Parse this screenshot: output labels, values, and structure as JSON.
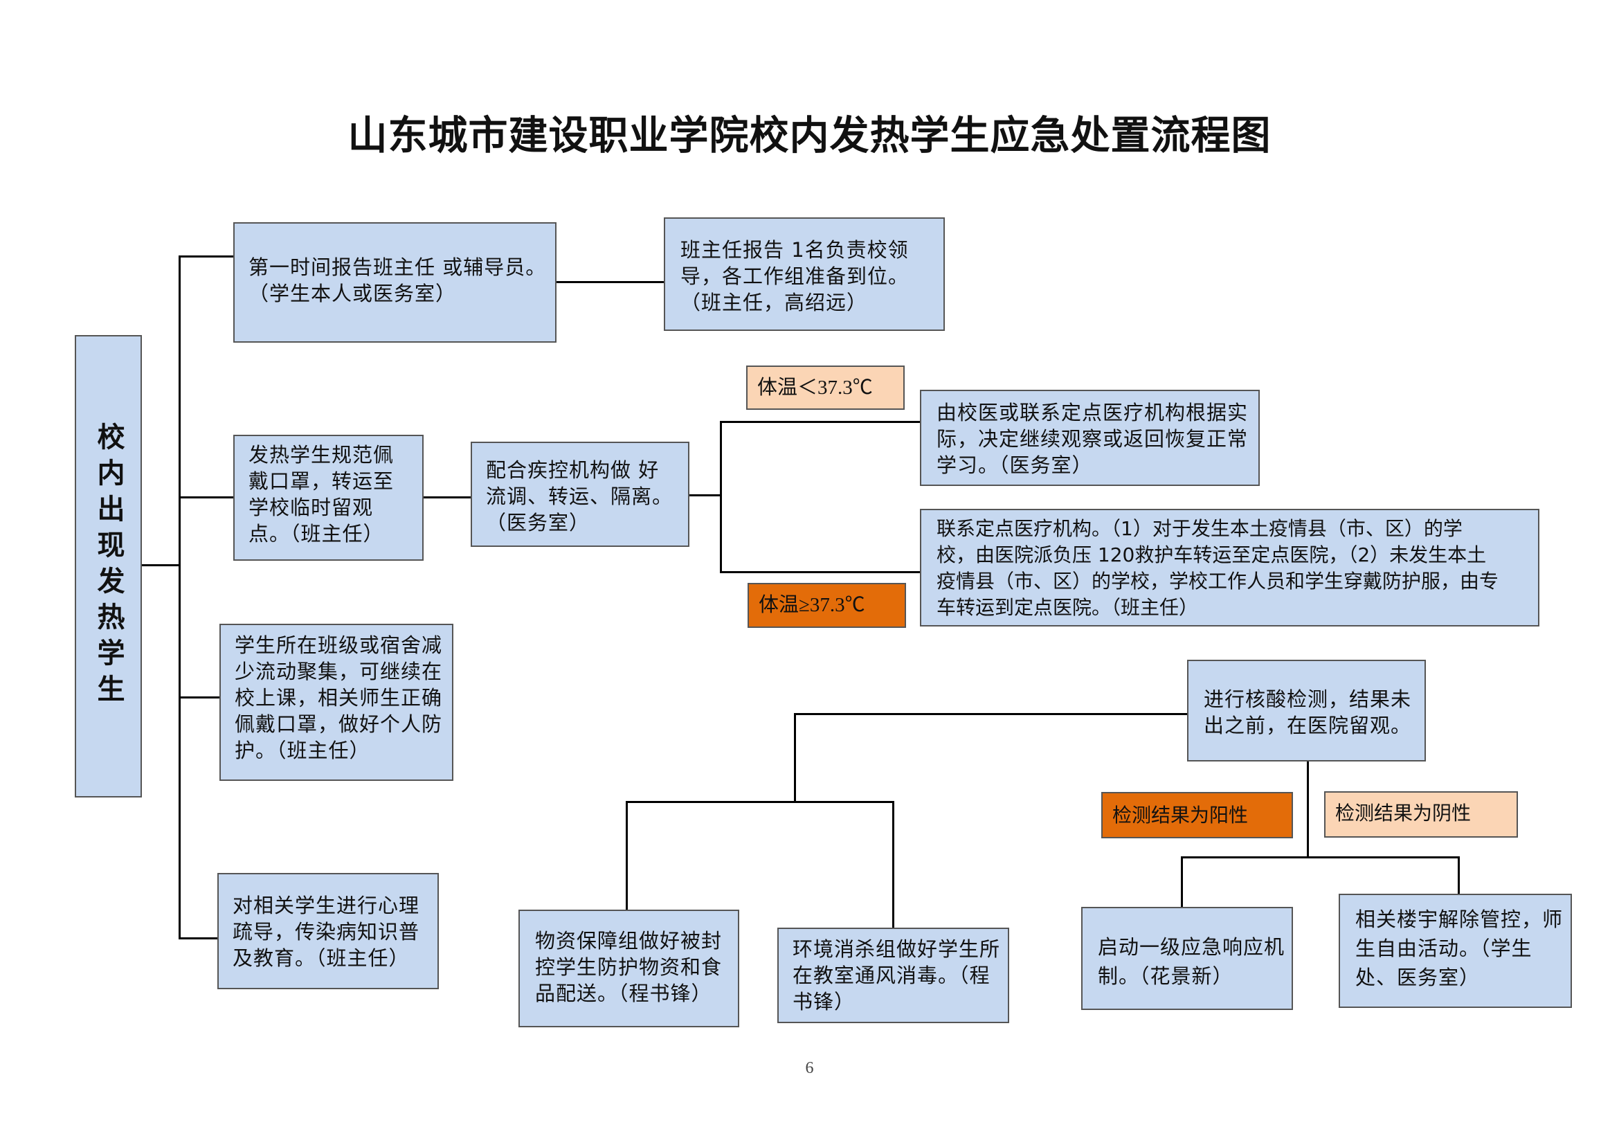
{
  "title": "山东城市建设职业学院校内发热学生应急处置流程图",
  "root": "校内出现发热学生",
  "boxes": {
    "report_line1": "第一时间报告班主任 或辅导员。",
    "report_line2": "（学生本人或医务室）",
    "head_line1": "班主任报告 1名负责校领",
    "head_line2": "导，各工作组准备到位。",
    "head_line3": "（班主任，高绍远）",
    "mask_line1": "发热学生规范佩",
    "mask_line2": "戴口罩，转运至",
    "mask_line3": "学校临时留观",
    "mask_line4": "点。（班主任）",
    "cdc_line1": "配合疾控机构做 好",
    "cdc_line2": "流调、转运、隔离。",
    "cdc_line3": "（医务室）",
    "observe_line1": "由校医或联系定点医疗机构根据实",
    "observe_line2": "际，决定继续观察或返回恢复正常",
    "observe_line3": "学习。（医务室）",
    "hospital_line1": "联系定点医疗机构。（1）对于发生本土疫情县（市、区）的学",
    "hospital_line2": "校，由医院派负压 120救护车转运至定点医院，（2）未发生本土",
    "hospital_line3": "疫情县（市、区）的学校，学校工作人员和学生穿戴防护服，由专",
    "hospital_line4": "车转运到定点医院。（班主任）",
    "class_line1": "学生所在班级或宿舍减",
    "class_line2": "少流动聚集，可继续在",
    "class_line3": "校上课，相关师生正确",
    "class_line4": "佩戴口罩，做好个人防",
    "class_line5": "护。（班主任）",
    "psych_line1": "对相关学生进行心理",
    "psych_line2": "疏导，传染病知识普",
    "psych_line3": "及教育。（班主任）",
    "nucleic_line1": "进行核酸检测，结果未",
    "nucleic_line2": "出之前，在医院留观。",
    "supply_line1": "物资保障组做好被封",
    "supply_line2": "控学生防护物资和食",
    "supply_line3": "品配送。（程书锋）",
    "disinfect_line1": "环境消杀组做好学生所",
    "disinfect_line2": "在教室通风消毒。（程",
    "disinfect_line3": "书锋）",
    "level1_line1": "启动一级应急响应机",
    "level1_line2": "制。（花景新）",
    "release_line1": "相关楼宇解除管控，师",
    "release_line2": "生自由活动。（学生",
    "release_line3": "处、医务室）"
  },
  "labels": {
    "temp_low": "体温＜37.3℃",
    "temp_high": "体温≥37.3℃",
    "positive": "检测结果为阳性",
    "negative": "检测结果为阴性"
  },
  "colors": {
    "box_fill": "#c6d8f0",
    "peach": "#fbd5b5",
    "orange": "#e36c09"
  },
  "page_number": "6"
}
